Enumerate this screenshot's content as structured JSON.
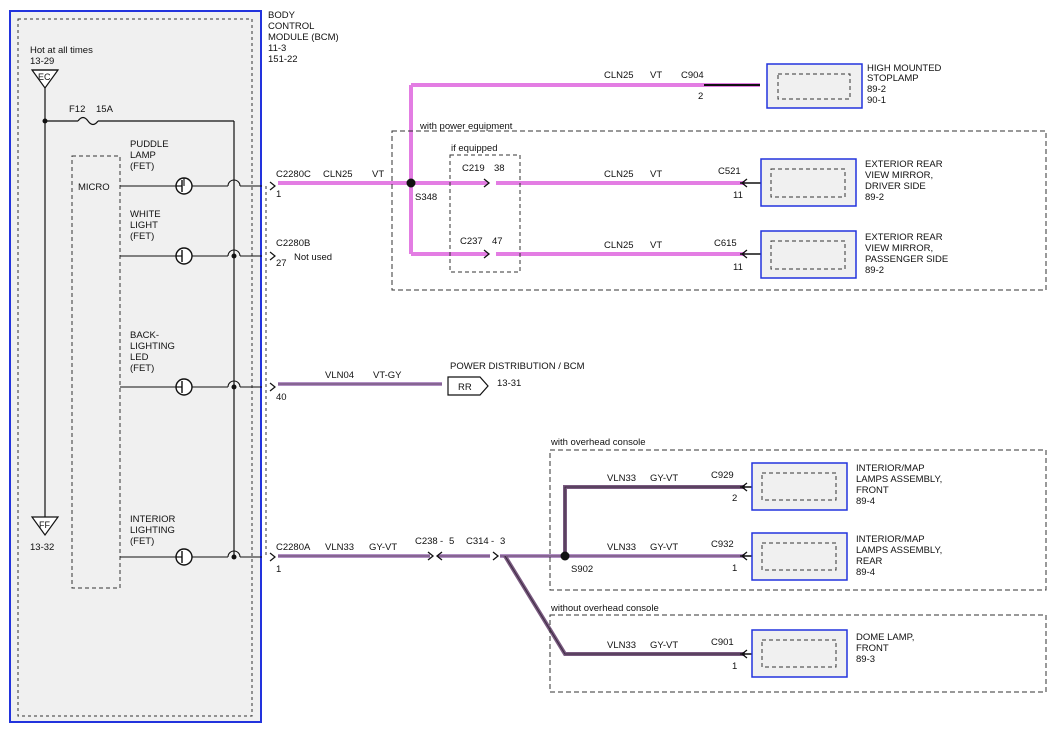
{
  "colors": {
    "module_border": "#2233dd",
    "module_fill": "#f0f0f0",
    "wire_vt": "#e37de3",
    "wire_vt_core": "#d060d0",
    "wire_vln": "#b290c4",
    "wire_vln_core": "#5a3a60",
    "ink": "#111111"
  },
  "bcm": {
    "title_lines": [
      "BODY",
      "CONTROL",
      "MODULE (BCM)",
      "11-3",
      "151-22"
    ],
    "hot_label": "Hot at all times",
    "hot_ref": "13-29",
    "ec_symbol": "EC",
    "ff_symbol": "FF",
    "ff_ref": "13-32",
    "fuse_label": "F12",
    "fuse_rating": "15A",
    "micro_label": "MICRO",
    "outputs": [
      {
        "lines": [
          "PUDDLE",
          "LAMP",
          "(FET)"
        ]
      },
      {
        "lines": [
          "WHITE",
          "LIGHT",
          "(FET)"
        ]
      },
      {
        "lines": [
          "BACK-",
          "LIGHTING",
          "LED",
          "(FET)"
        ]
      },
      {
        "lines": [
          "INTERIOR",
          "LIGHTING",
          "(FET)"
        ]
      }
    ]
  },
  "connectors": {
    "c2280c": {
      "name": "C2280C",
      "pin": "1"
    },
    "c2280b": {
      "name": "C2280B",
      "pin": "27",
      "note": "Not used"
    },
    "pin40": "40",
    "c2280a": {
      "name": "C2280A",
      "pin": "1"
    }
  },
  "circuits": {
    "cln25": "CLN25",
    "vt": "VT",
    "vln04": "VLN04",
    "vt_gy": "VT-GY",
    "vln33": "VLN33",
    "gy_vt": "GY-VT"
  },
  "top_section": {
    "group_label": "with power equipment",
    "if_equipped": "if equipped",
    "splice": "S348",
    "c219": "C219",
    "c219_pin": "38",
    "c237": "C237",
    "c237_pin": "47",
    "c904": "C904",
    "c904_pin": "2",
    "c521": "C521",
    "c521_pin": "11",
    "c615": "C615",
    "c615_pin": "11"
  },
  "components": {
    "stoplamp": [
      "HIGH MOUNTED",
      "STOPLAMP",
      "89-2",
      "90-1"
    ],
    "mirror_driver": [
      "EXTERIOR REAR",
      "VIEW MIRROR,",
      "DRIVER SIDE",
      "89-2"
    ],
    "mirror_pass": [
      "EXTERIOR REAR",
      "VIEW MIRROR,",
      "PASSENGER SIDE",
      "89-2"
    ],
    "map_front": [
      "INTERIOR/MAP",
      "LAMPS ASSEMBLY,",
      "FRONT",
      "89-4"
    ],
    "map_rear": [
      "INTERIOR/MAP",
      "LAMPS ASSEMBLY,",
      "REAR",
      "89-4"
    ],
    "dome": [
      "DOME LAMP,",
      "FRONT",
      "89-3"
    ]
  },
  "power_dist": {
    "label": "POWER DISTRIBUTION / BCM",
    "symbol": "RR",
    "ref": "13-31"
  },
  "bottom_section": {
    "with_console": "with overhead console",
    "without_console": "without overhead console",
    "c238": "C238",
    "c238_pin": "5",
    "c314": "C314",
    "c314_pin": "3",
    "splice": "S902",
    "c929": "C929",
    "c929_pin": "2",
    "c932": "C932",
    "c932_pin": "1",
    "c901": "C901",
    "c901_pin": "1"
  }
}
